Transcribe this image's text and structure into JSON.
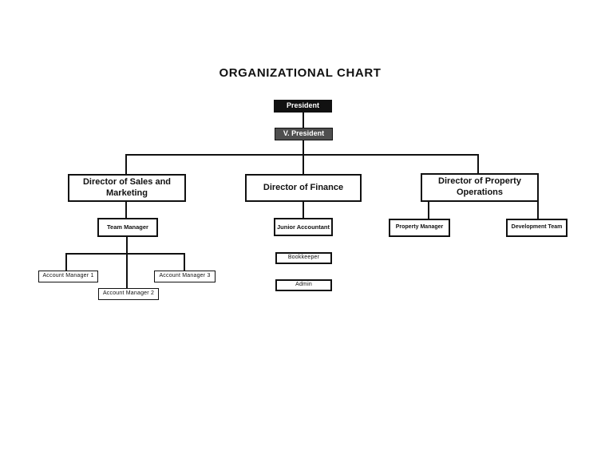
{
  "title": "ORGANIZATIONAL CHART",
  "nodes": {
    "president": {
      "label": "President"
    },
    "vice_president": {
      "label": "V. President"
    },
    "director_sales": {
      "label": "Director of Sales and Marketing"
    },
    "director_finance": {
      "label": "Director of Finance"
    },
    "director_property": {
      "label": "Director of Property Operations"
    },
    "team_manager": {
      "label": "Team Manager"
    },
    "junior_accountant": {
      "label": "Junior Accountant"
    },
    "bookkeeper": {
      "label": "Bookkeeper"
    },
    "admin": {
      "label": "Admin"
    },
    "property_manager": {
      "label": "Property Manager"
    },
    "development_team": {
      "label": "Development Team"
    },
    "account_manager_1": {
      "label": "Account Manager 1"
    },
    "account_manager_2": {
      "label": "Account Manager 2"
    },
    "account_manager_3": {
      "label": "Account Manager 3"
    }
  },
  "hierarchy": [
    {
      "from": "President",
      "to": [
        "V. President"
      ]
    },
    {
      "from": "V. President",
      "to": [
        "Director of Sales and Marketing",
        "Director of Finance",
        "Director of Property Operations"
      ]
    },
    {
      "from": "Director of Sales and Marketing",
      "to": [
        "Team Manager"
      ]
    },
    {
      "from": "Team Manager",
      "to": [
        "Account Manager 1",
        "Account Manager 2",
        "Account Manager 3"
      ]
    },
    {
      "from": "Director of Finance",
      "to": [
        "Junior Accountant"
      ]
    },
    {
      "from": "Director of Property Operations",
      "to": [
        "Property Manager",
        "Development Team"
      ]
    }
  ],
  "colors": {
    "president_bg": "#111111",
    "vice_president_bg": "#4f4f4f",
    "box_border": "#111111",
    "text_on_dark": "#ffffff",
    "text": "#111111",
    "background": "#ffffff"
  }
}
